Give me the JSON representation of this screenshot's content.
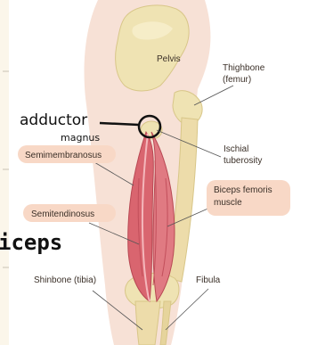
{
  "labels": {
    "pelvis": "Pelvis",
    "thighbone_line1": "Thighbone",
    "thighbone_line2": "(femur)",
    "ischial_line1": "Ischial",
    "ischial_line2": "tuberosity",
    "semimembranosus": "Semimembranosus",
    "semitendinosus": "Semitendinosus",
    "biceps_line1": "Biceps femoris",
    "biceps_line2": "muscle",
    "shinbone": "Shinbone (tibia)",
    "fibula": "Fibula"
  },
  "handwriting": {
    "adductor": "adductor",
    "magnus": "magnus",
    "biceps_fragment": "iceps"
  },
  "colors": {
    "pill": "#f8d8c6",
    "bone": "#efe3b3",
    "muscle": "#d9656f",
    "ink": "#111111"
  }
}
